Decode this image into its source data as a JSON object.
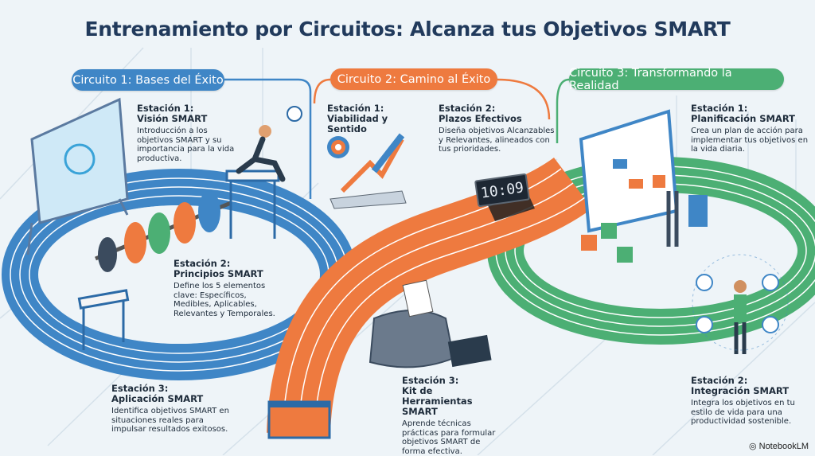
{
  "title": "Entrenamiento por Circuitos: Alcanza tus Objetivos SMART",
  "colors": {
    "circuit1": "#3f86c6",
    "circuit2": "#ee7a3f",
    "circuit3": "#4caf74",
    "title": "#213a5c"
  },
  "circuits": [
    {
      "label": "Circuito 1: Bases del Éxito",
      "stations": [
        {
          "heading1": "Estación 1:",
          "heading2": "Visión SMART",
          "desc": "Introducción a los objetivos SMART y su importancia para la vida productiva."
        },
        {
          "heading1": "Estación 2:",
          "heading2": "Principios SMART",
          "desc": "Define los 5 elementos clave: Específicos, Medibles, Aplicables, Relevantes y Temporales."
        },
        {
          "heading1": "Estación 3:",
          "heading2": "Aplicación SMART",
          "desc": "Identifica objetivos SMART en situaciones reales para impulsar resultados exitosos."
        }
      ]
    },
    {
      "label": "Circuito 2: Camino al Éxito",
      "stations": [
        {
          "heading1": "Estación 1:",
          "heading2": "Viabilidad y Sentido",
          "desc": ""
        },
        {
          "heading1": "Estación 2:",
          "heading2": "Plazos Efectivos",
          "desc": "Diseña objetivos Alcanzables y Relevantes, alineados con tus prioridades."
        },
        {
          "heading1": "Estación 3:",
          "heading2": "Kit de Herramientas SMART",
          "desc": "Aprende técnicas prácticas para formular objetivos SMART de forma efectiva."
        }
      ]
    },
    {
      "label": "Circuito 3: Transformando la Realidad",
      "stations": [
        {
          "heading1": "Estación 1:",
          "heading2": "Planificación SMART",
          "desc": "Crea un plan de acción para implementar tus objetivos en la vida diaria."
        },
        {
          "heading1": "Estación 2:",
          "heading2": "Integración SMART",
          "desc": "Integra los objetivos en tu estilo de vida para una productividad sostenible."
        }
      ]
    }
  ],
  "clock_display": "10:09",
  "brand": "NotebookLM"
}
